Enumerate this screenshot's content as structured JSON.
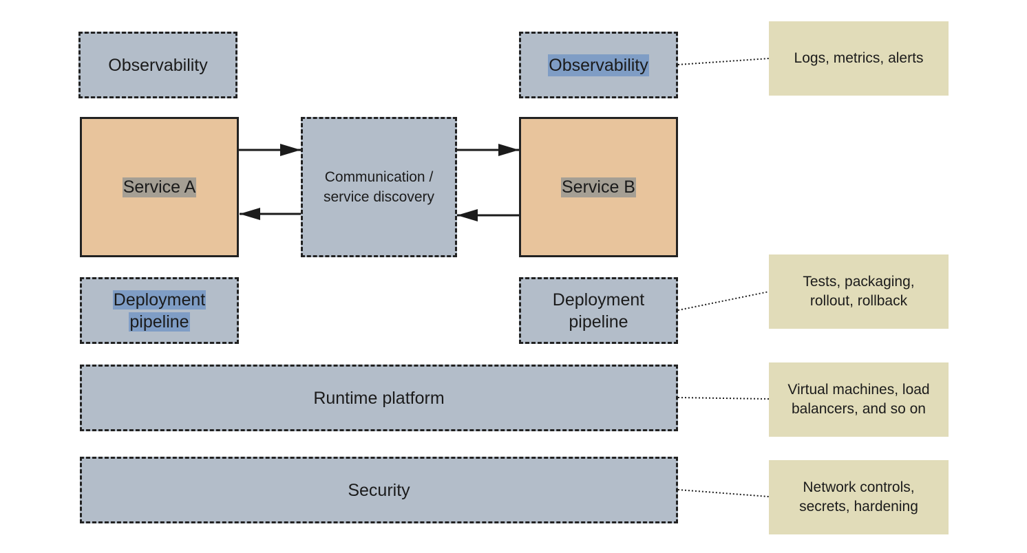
{
  "colors": {
    "infrastructure_fill": "#b3bdc9",
    "service_fill": "#e8c49c",
    "note_fill": "#e1dcb9",
    "text_highlight_gray": "#a59f94",
    "text_highlight_blue": "#7f9dc5",
    "border": "#222222"
  },
  "services": {
    "a": {
      "label": "Service A"
    },
    "b": {
      "label": "Service B"
    }
  },
  "communication": {
    "line1": "Communication /",
    "line2": "service discovery"
  },
  "observability": {
    "a": {
      "label": "Observability"
    },
    "b": {
      "label": "Observability"
    }
  },
  "deployment": {
    "a": {
      "line1": "Deployment",
      "line2": "pipeline"
    },
    "b": {
      "line1": "Deployment",
      "line2": "pipeline"
    }
  },
  "runtime": {
    "label": "Runtime platform"
  },
  "security": {
    "label": "Security"
  },
  "notes": {
    "observability": {
      "line1": "Logs, metrics, alerts"
    },
    "deployment": {
      "line1": "Tests, packaging,",
      "line2": "rollout, rollback"
    },
    "runtime": {
      "line1": "Virtual machines, load",
      "line2": "balancers, and so on"
    },
    "security": {
      "line1": "Network controls,",
      "line2": "secrets, hardening"
    }
  }
}
